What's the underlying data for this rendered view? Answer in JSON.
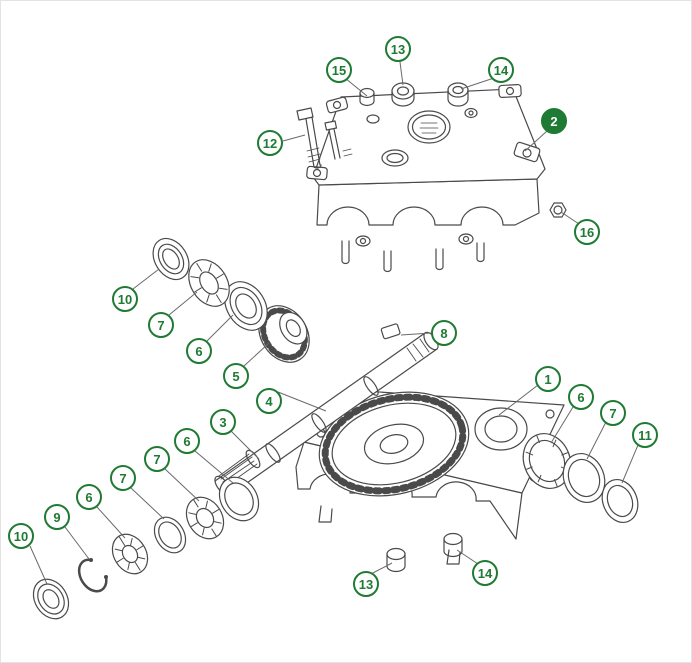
{
  "colors": {
    "accent": "#1f7a33",
    "line": "#4a4a4a",
    "background": "#ffffff"
  },
  "callouts": [
    {
      "label": "15",
      "style": "outline"
    },
    {
      "label": "13",
      "style": "outline"
    },
    {
      "label": "14",
      "style": "outline"
    },
    {
      "label": "2",
      "style": "solid"
    },
    {
      "label": "12",
      "style": "outline"
    },
    {
      "label": "16",
      "style": "outline"
    },
    {
      "label": "10",
      "style": "outline"
    },
    {
      "label": "7",
      "style": "outline"
    },
    {
      "label": "6",
      "style": "outline"
    },
    {
      "label": "5",
      "style": "outline"
    },
    {
      "label": "8",
      "style": "outline"
    },
    {
      "label": "4",
      "style": "outline"
    },
    {
      "label": "1",
      "style": "outline"
    },
    {
      "label": "6",
      "style": "outline"
    },
    {
      "label": "7",
      "style": "outline"
    },
    {
      "label": "11",
      "style": "outline"
    },
    {
      "label": "3",
      "style": "outline"
    },
    {
      "label": "6",
      "style": "outline"
    },
    {
      "label": "7",
      "style": "outline"
    },
    {
      "label": "7",
      "style": "outline"
    },
    {
      "label": "6",
      "style": "outline"
    },
    {
      "label": "9",
      "style": "outline"
    },
    {
      "label": "10",
      "style": "outline"
    },
    {
      "label": "13",
      "style": "outline"
    },
    {
      "label": "14",
      "style": "outline"
    }
  ]
}
